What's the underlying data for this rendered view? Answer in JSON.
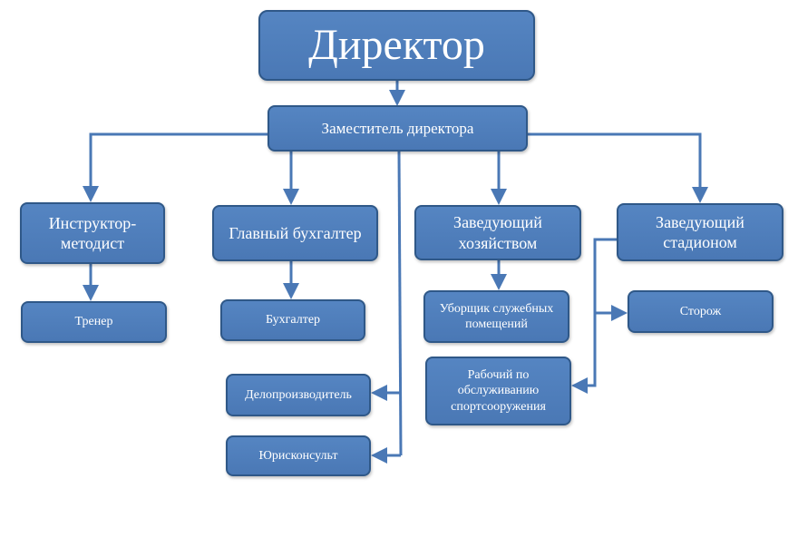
{
  "org": {
    "director": "Директор",
    "deputy": "Заместитель директора",
    "instructor": [
      "Инструктор-",
      "методист"
    ],
    "chief_accountant": "Главный бухгалтер",
    "household_head": [
      "Заведующий",
      "хозяйством"
    ],
    "stadium_head": [
      "Заведующий",
      "стадионом"
    ],
    "trainer": "Тренер",
    "accountant": "Бухгалтер",
    "clerk": "Делопроизводитель",
    "lawyer": "Юрисконсульт",
    "cleaner": [
      "Уборщик служебных",
      "помещений"
    ],
    "worker": [
      "Рабочий по",
      "обслуживанию",
      "спортсооружения"
    ],
    "guard": "Сторож"
  },
  "colors": {
    "box_fill": "#4f81bd",
    "box_border": "#2f5888",
    "connector": "#4a78b5",
    "text": "#ffffff"
  }
}
